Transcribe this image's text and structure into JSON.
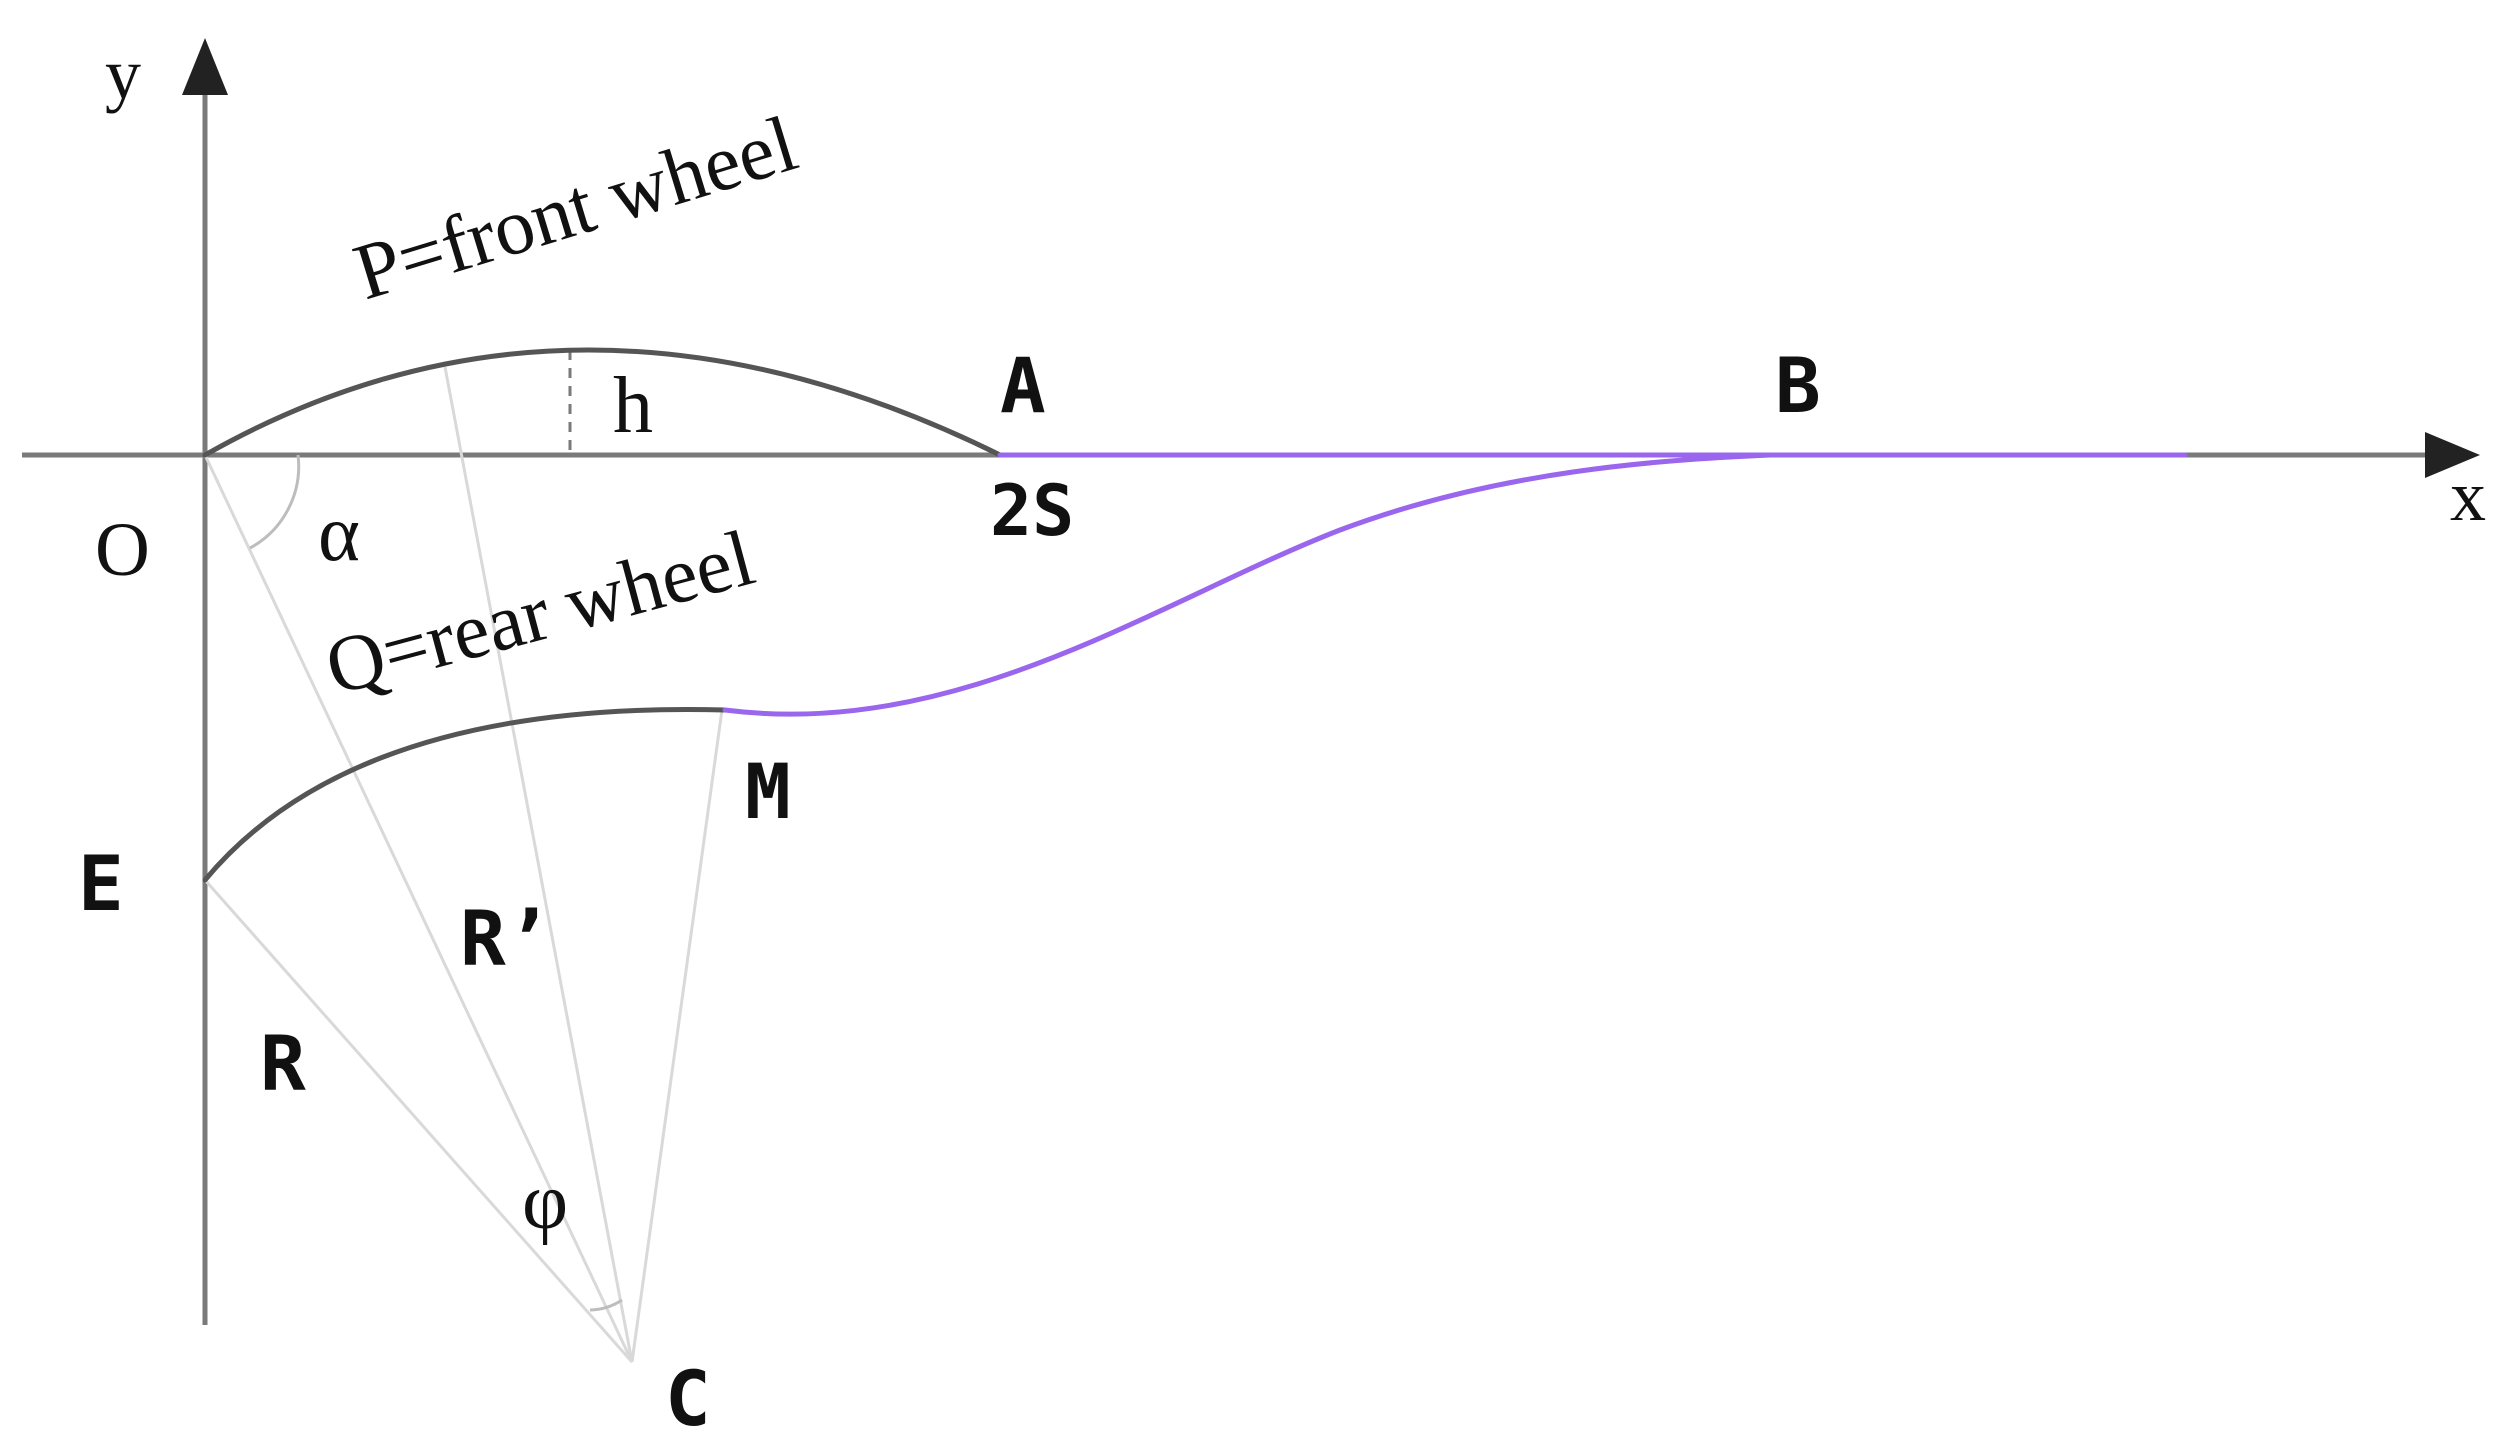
{
  "labels": {
    "y_axis": "y",
    "x_axis": "x",
    "origin": "O",
    "point_a": "A",
    "point_b": "B",
    "point_e": "E",
    "point_m": "M",
    "point_c": "C",
    "two_s": "2S",
    "h": "h",
    "alpha": "α",
    "phi": "φ",
    "r": "R",
    "r_prime": "R’",
    "front_wheel": "P=front wheel",
    "rear_wheel": "Q=rear wheel"
  },
  "colors": {
    "axis": "#7a7a7a",
    "curve": "#555555",
    "path_highlight": "#9a66ee",
    "construction": "#d9d9d9"
  }
}
